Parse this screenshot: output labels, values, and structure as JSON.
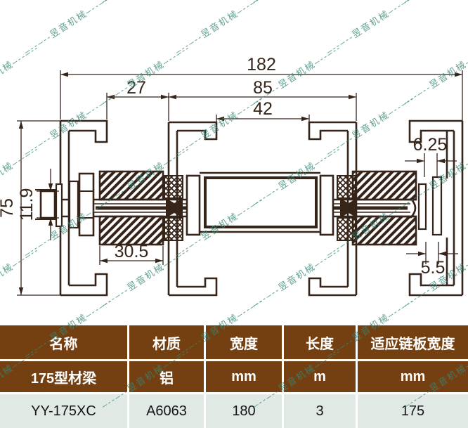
{
  "drawing": {
    "title": "175 profile beam cross-section",
    "dimensions": {
      "overall_width": "182",
      "center_channel_width": "85",
      "left_offset": "27",
      "top_slot_width": "42",
      "overall_height": "75",
      "bolt_head_height": "11.9",
      "block_width": "30.5",
      "right_gap_top": "6.25",
      "right_gap_bottom": "5.5"
    },
    "ink_color": "#362419"
  },
  "watermark": {
    "text": "昱音机械",
    "dash": "–--–--"
  },
  "table": {
    "header_bg": "#744012",
    "alt_row_bg": "#e1e9e5",
    "headers": [
      "名称",
      "材质",
      "宽度",
      "长度",
      "适应链板宽度"
    ],
    "rows": [
      [
        "175型材梁",
        "铝",
        "mm",
        "m",
        "mm"
      ],
      [
        "YY-175XC",
        "A6063",
        "180",
        "3",
        "175"
      ]
    ]
  }
}
